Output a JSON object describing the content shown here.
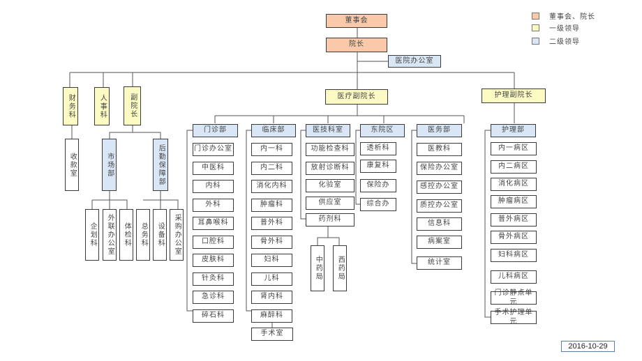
{
  "legend": {
    "items": [
      {
        "label": "董事会、院长",
        "color": "#f9c9a9"
      },
      {
        "label": "一级领导",
        "color": "#fdfbc4"
      },
      {
        "label": "二级领导",
        "color": "#d8e6f5"
      }
    ]
  },
  "colors": {
    "top": "#f9c9a9",
    "level1": "#fdfbc4",
    "level2": "#d8e6f5",
    "line": "#555555"
  },
  "nodes": {
    "board": "董事会",
    "president": "院长",
    "hospital_office": "医院办公室",
    "finance": "财务科",
    "hr": "人事科",
    "vice_president": "副院长",
    "medical_vp": "医疗副院长",
    "nursing_vp": "护理副院长",
    "cashier": "收款室",
    "marketing": "市场部",
    "logistics": "后勤保障部",
    "planning": "企划科",
    "external_office": "外联办公室",
    "checkup": "体检科",
    "general_affairs": "总务科",
    "equipment": "设备科",
    "procurement_office": "采购办公室"
  },
  "outpatient": {
    "head": "门诊部",
    "items": [
      "门诊办公室",
      "中医科",
      "内科",
      "外科",
      "耳鼻喉科",
      "口腔科",
      "皮肤科",
      "针灸科",
      "急诊科",
      "碎石科"
    ]
  },
  "clinical": {
    "head": "临床部",
    "items": [
      "内一科",
      "内二科",
      "消化内科",
      "肿瘤科",
      "普外科",
      "骨外科",
      "妇科",
      "儿科",
      "肾内科",
      "麻醉科"
    ],
    "sub": "手术室"
  },
  "medtech": {
    "head": "医技科室",
    "items": [
      "功能检查科",
      "放射诊断科",
      "化验室",
      "供应室",
      "药剂科"
    ],
    "pharmacy_sub": [
      "中药局",
      "西药局"
    ]
  },
  "east": {
    "head": "东院区",
    "items": [
      "透析科",
      "康复科",
      "保险办",
      "综合办"
    ]
  },
  "medaffairs": {
    "head": "医务部",
    "items": [
      "医教科",
      "保险办公室",
      "感控办公室",
      "质控办公室",
      "信息科",
      "病案室",
      "统计室"
    ]
  },
  "nursing": {
    "head": "护理部",
    "items": [
      "内一病区",
      "内二病区",
      "消化病区",
      "肿瘤病区",
      "普外病区",
      "骨外病区",
      "妇科病区",
      "儿科病区",
      "门诊静点单元",
      "手术护理单元"
    ]
  },
  "footer": {
    "date": "2016-10-29"
  }
}
